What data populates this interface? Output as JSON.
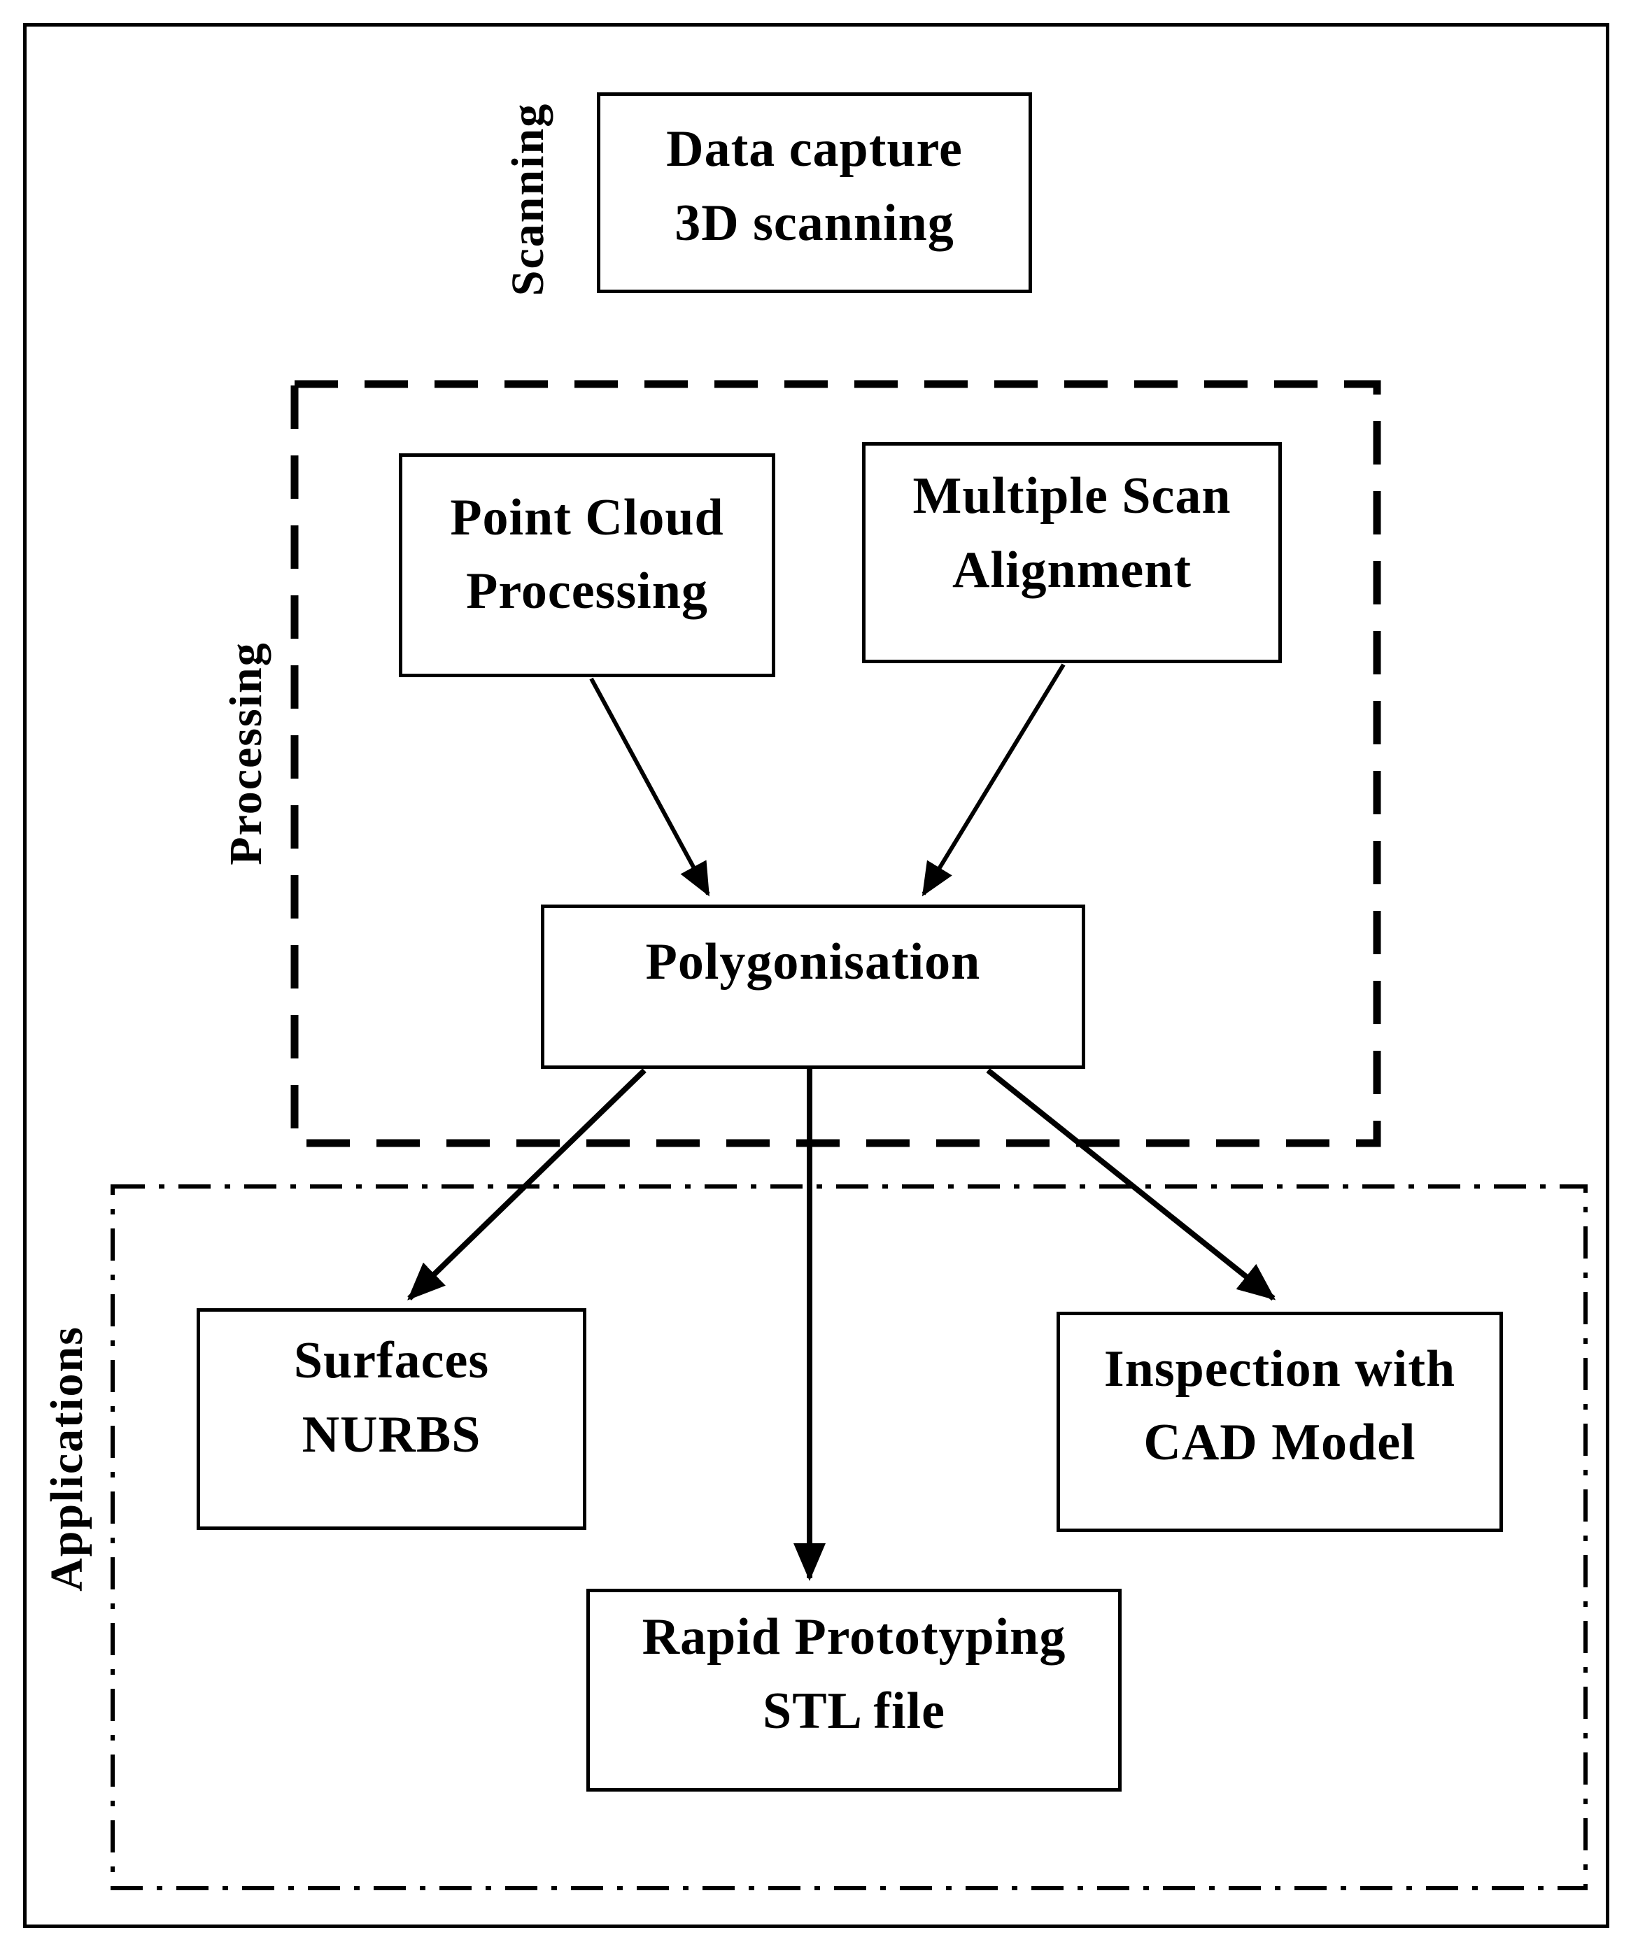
{
  "diagram": {
    "type": "flowchart",
    "sections": {
      "scanning": {
        "label": "Scanning"
      },
      "processing": {
        "label": "Processing"
      },
      "applications": {
        "label": "Applications"
      }
    },
    "nodes": {
      "data_capture": {
        "line1": "Data capture",
        "line2": "3D scanning",
        "section": "scanning"
      },
      "point_cloud": {
        "line1": "Point Cloud",
        "line2": "Processing",
        "section": "processing"
      },
      "multiple_scan": {
        "line1": "Multiple Scan",
        "line2": "Alignment",
        "section": "processing"
      },
      "polygonisation": {
        "line1": "Polygonisation",
        "section": "processing"
      },
      "surfaces": {
        "line1": "Surfaces",
        "line2": "NURBS",
        "section": "applications"
      },
      "inspection": {
        "line1": "Inspection with",
        "line2": "CAD Model",
        "section": "applications"
      },
      "rapid_prototyping": {
        "line1": "Rapid Prototyping",
        "line2": "STL file",
        "section": "applications"
      }
    },
    "edges": [
      {
        "from": "point_cloud",
        "to": "polygonisation"
      },
      {
        "from": "multiple_scan",
        "to": "polygonisation"
      },
      {
        "from": "polygonisation",
        "to": "surfaces"
      },
      {
        "from": "polygonisation",
        "to": "rapid_prototyping"
      },
      {
        "from": "polygonisation",
        "to": "inspection"
      }
    ],
    "border_styles": {
      "scanning": "none",
      "processing": "dashed",
      "applications": "dash-dot",
      "outer_frame": "solid"
    },
    "colors": {
      "ink": "#000000",
      "background": "#ffffff"
    }
  }
}
